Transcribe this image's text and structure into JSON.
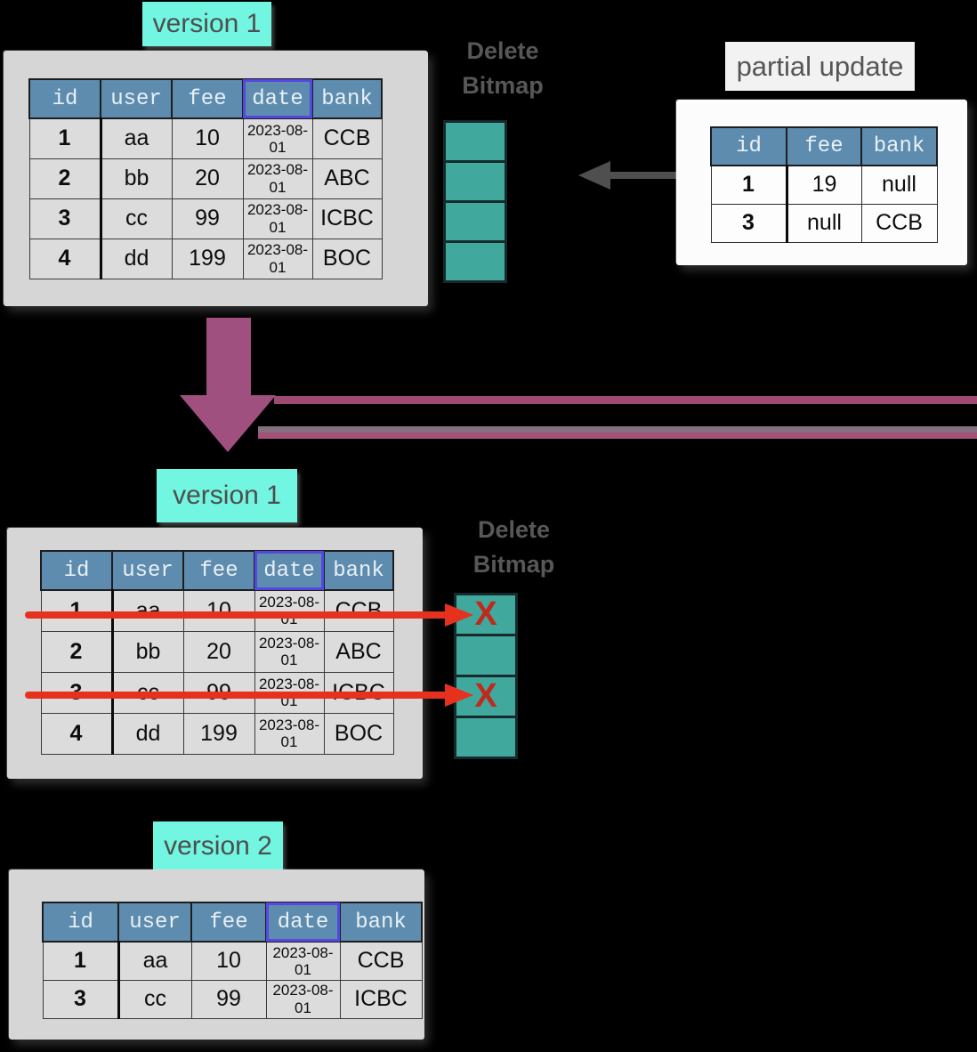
{
  "section_top": {
    "version_label": "version 1",
    "delete_bitmap_label": "Delete Bitmap",
    "table": {
      "headers": [
        "id",
        "user",
        "fee",
        "date",
        "bank"
      ],
      "rows": [
        [
          "1",
          "aa",
          "10",
          "2023-08-01",
          "CCB"
        ],
        [
          "2",
          "bb",
          "20",
          "2023-08-01",
          "ABC"
        ],
        [
          "3",
          "cc",
          "99",
          "2023-08-01",
          "ICBC"
        ],
        [
          "4",
          "dd",
          "199",
          "2023-08-01",
          "BOC"
        ]
      ]
    },
    "partial_update": {
      "label": "partial update",
      "table": {
        "headers": [
          "id",
          "fee",
          "bank"
        ],
        "rows": [
          [
            "1",
            "19",
            "null"
          ],
          [
            "3",
            "null",
            "CCB"
          ]
        ]
      }
    }
  },
  "section_middle": {
    "version_label": "version 1",
    "delete_bitmap_label": "Delete Bitmap",
    "x_mark": "X",
    "deleted_row_ids": [
      "1",
      "3"
    ],
    "table": {
      "headers": [
        "id",
        "user",
        "fee",
        "date",
        "bank"
      ],
      "rows": [
        [
          "1",
          "aa",
          "10",
          "2023-08-01",
          "CCB"
        ],
        [
          "2",
          "bb",
          "20",
          "2023-08-01",
          "ABC"
        ],
        [
          "3",
          "cc",
          "99",
          "2023-08-01",
          "ICBC"
        ],
        [
          "4",
          "dd",
          "199",
          "2023-08-01",
          "BOC"
        ]
      ]
    }
  },
  "section_bottom": {
    "version_label": "version 2",
    "table": {
      "headers": [
        "id",
        "user",
        "fee",
        "date",
        "bank"
      ],
      "rows": [
        [
          "1",
          "aa",
          "10",
          "2023-08-01",
          "CCB"
        ],
        [
          "3",
          "cc",
          "99",
          "2023-08-01",
          "ICBC"
        ]
      ]
    }
  },
  "colors": {
    "table_header_blue": "#5d8caf",
    "date_column_highlight": "#5448e0",
    "bitmap_teal": "#41a89e",
    "version_label_teal": "#72f6e1",
    "merge_arrow_magenta": "#a0507e",
    "strike_red": "#e6311f",
    "x_mark_red": "#bf2a1a"
  }
}
